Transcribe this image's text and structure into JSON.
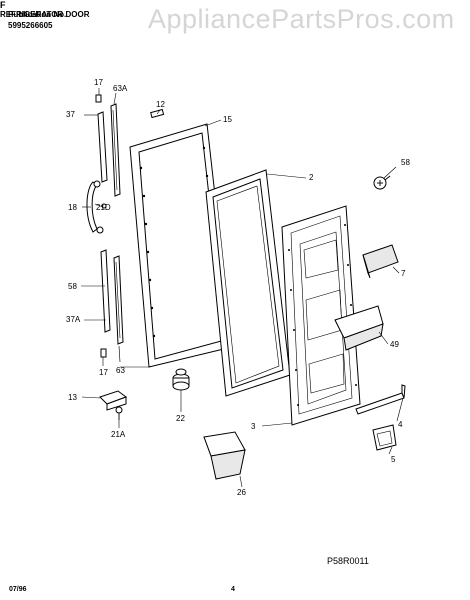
{
  "header": {
    "publication_label": "Publication No.",
    "publication_number": "5995266605",
    "model_fragment": "F",
    "title": "REFRIGERATOR DOOR"
  },
  "watermark": "AppliancePartsPros.com",
  "callouts": {
    "c17a": "17",
    "c63a": "63A",
    "c37": "37",
    "c12": "12",
    "c15": "15",
    "c2": "2",
    "c58a": "58",
    "c18": "18",
    "c21d": "21D",
    "c7": "7",
    "c58b": "58",
    "c37a": "37A",
    "c49": "49",
    "c17b": "17",
    "c63": "63",
    "c13": "13",
    "c22": "22",
    "c3": "3",
    "c4": "4",
    "c21a": "21A",
    "c5": "5",
    "c26": "26"
  },
  "footer": {
    "figure_code": "P58R0011",
    "date": "07/96",
    "page": "4"
  }
}
